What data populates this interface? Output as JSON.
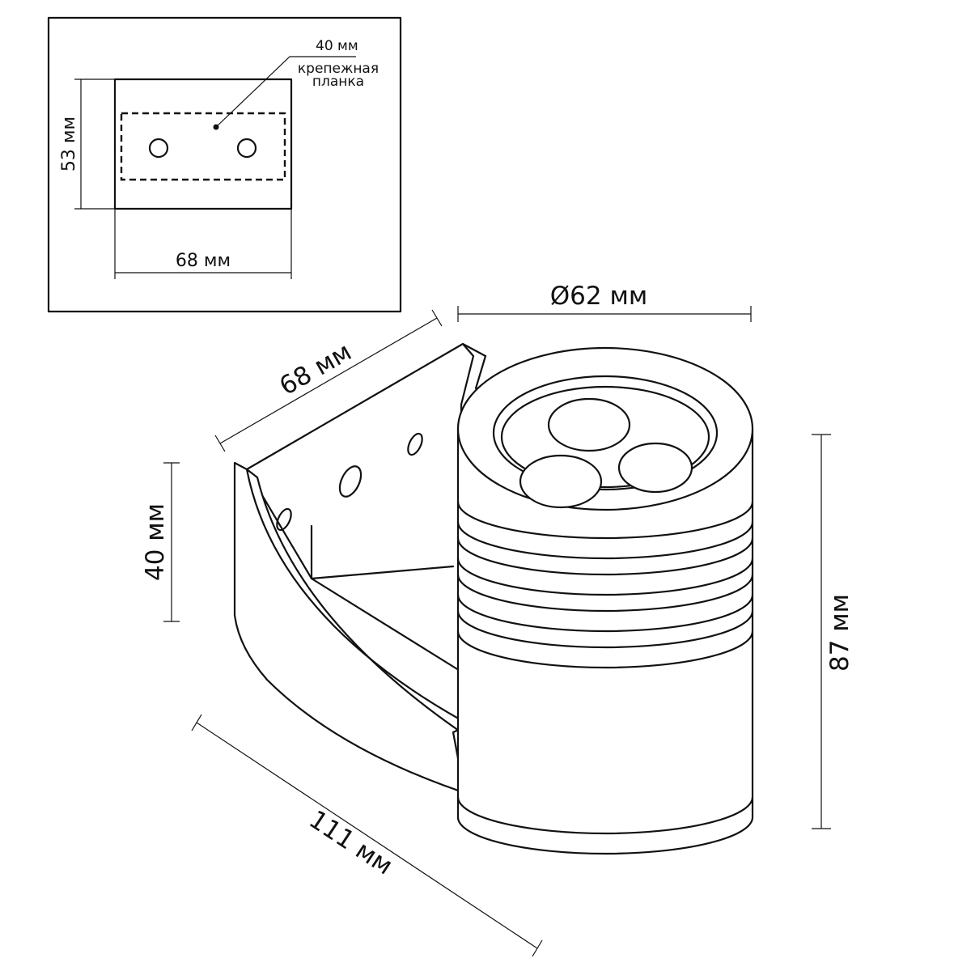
{
  "inset": {
    "label_width_top": "40 мм",
    "label_plate_line1": "крепежная",
    "label_plate_line2": "планка",
    "label_height": "53 мм",
    "label_width": "68 мм"
  },
  "main": {
    "label_diameter": "Ø62 мм",
    "label_bracket_width": "68 мм",
    "label_bracket_height": "40 мм",
    "label_height": "87 мм",
    "label_length": "111 мм"
  }
}
